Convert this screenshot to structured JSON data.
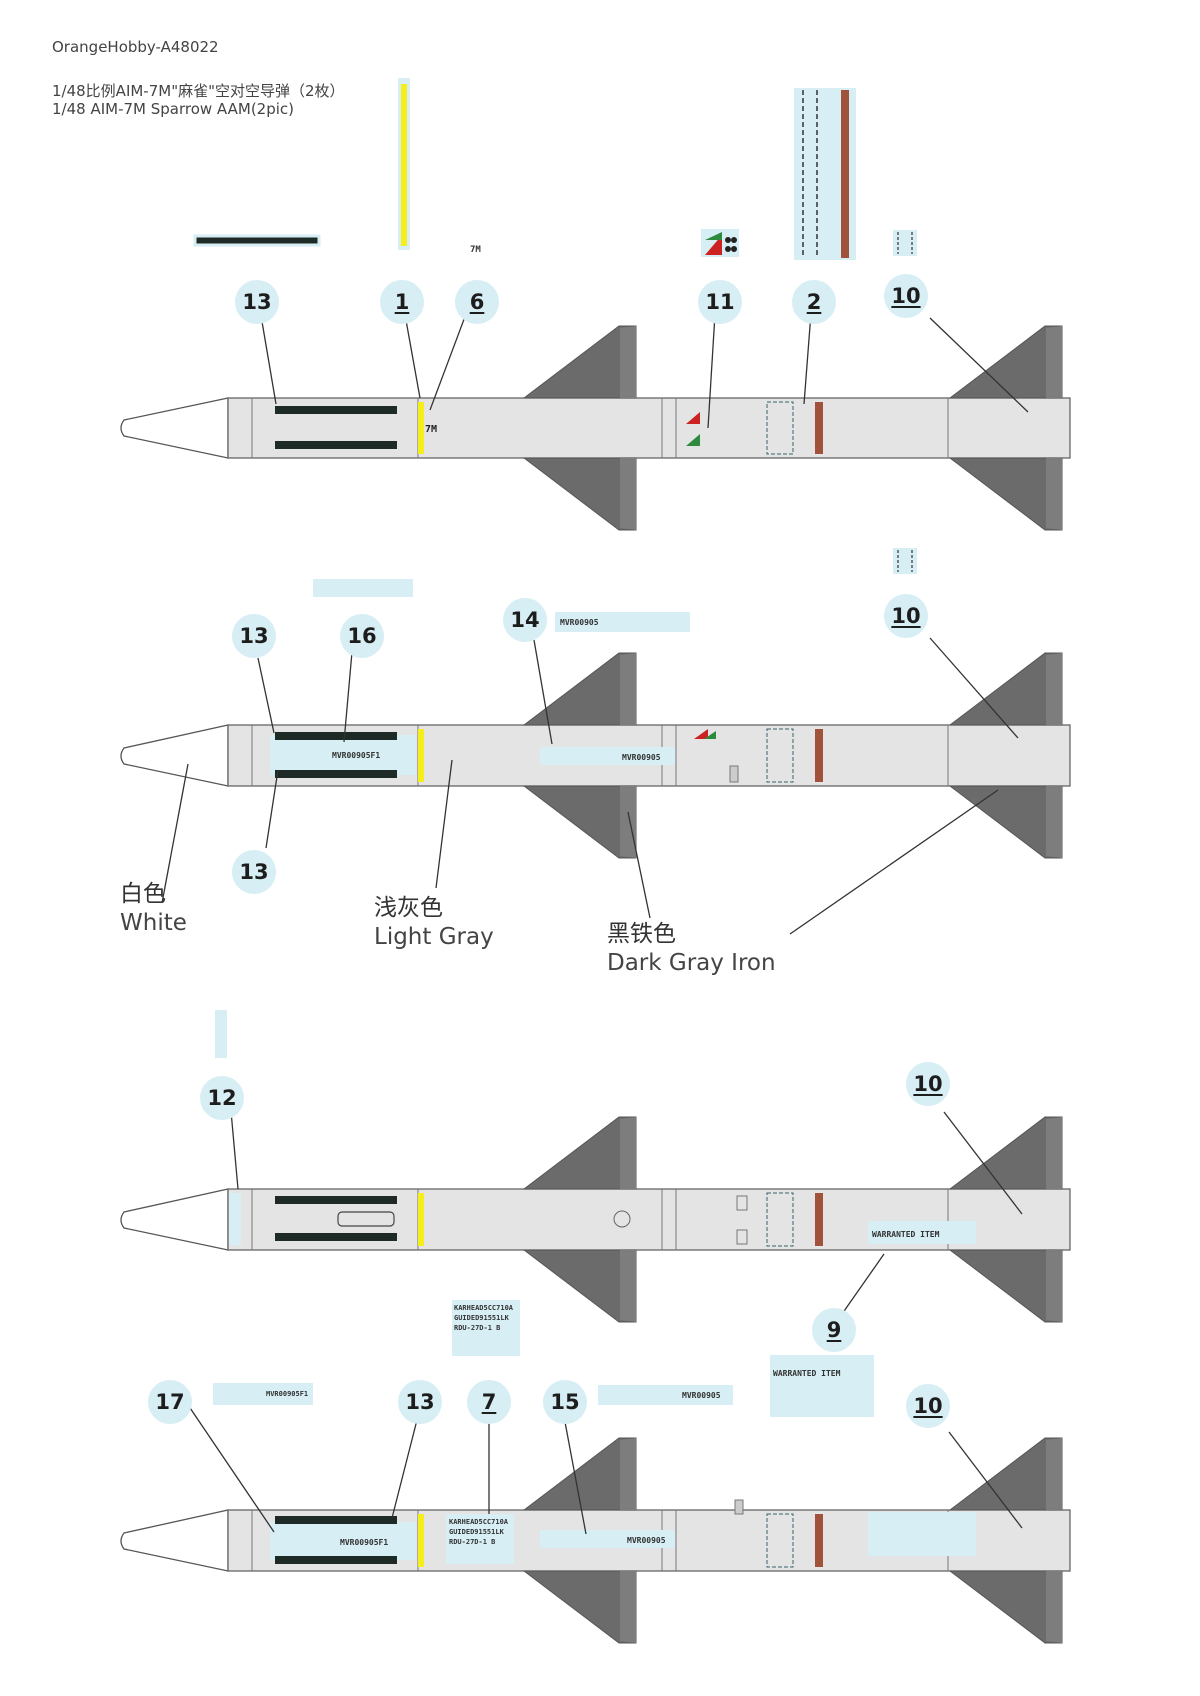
{
  "header": {
    "code": "OrangeHobby-A48022",
    "title_zh": "1/48比例AIM-7M\"麻雀\"空对空导弹（2枚）",
    "title_en": "1/48 AIM-7M Sparrow AAM(2pic)"
  },
  "callouts": {
    "c13a": "13",
    "c1": "1",
    "c6": "6",
    "c11": "11",
    "c2": "2",
    "c10a": "10",
    "c13b": "13",
    "c16": "16",
    "c14": "14",
    "c10b": "10",
    "c13c": "13",
    "c12": "12",
    "c10c": "10",
    "c9": "9",
    "c17": "17",
    "c13d": "13",
    "c7": "7",
    "c15": "15",
    "c10d": "10"
  },
  "colors": {
    "white": {
      "zh": "白色",
      "en": "White",
      "hex": "#ffffff"
    },
    "light_gray": {
      "zh": "浅灰色",
      "en": "Light Gray",
      "hex": "#e4e4e4"
    },
    "dark_gray_iron": {
      "zh": "黑铁色",
      "en": "Dark Gray Iron",
      "hex": "#6b6b6b"
    },
    "decal_bg": "#d6eef4",
    "yellow": "#f4ee1c",
    "brown": "#a0523a",
    "black_stripe": "#1e2a26"
  },
  "decals": {
    "marking_7m": "7M",
    "mvr": "MVR00905",
    "mvr_f1": "MVR00905F1",
    "warhead_l1": "KARHEAD5CC710A",
    "warhead_l2": "GUIDED91551LK",
    "warhead_l3": "RDU-27D-1 B",
    "warranted": "WARRANTED ITEM"
  }
}
